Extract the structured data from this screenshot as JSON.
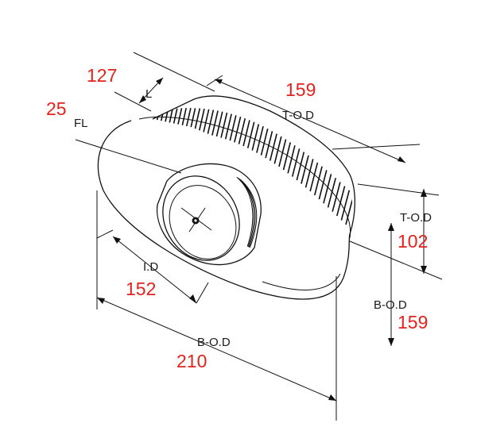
{
  "colors": {
    "value": "#e3231f",
    "line": "#111111",
    "label": "#1a1a1a"
  },
  "labels": {
    "l": "L",
    "fl": "FL",
    "tod_top": "T-O.D",
    "tod_side": "T-O.D",
    "id": "I.D",
    "bod_side": "B-O.D",
    "bod_bottom": "B-O.D"
  },
  "values": {
    "l": "127",
    "fl": "25",
    "tod_top": "159",
    "tod_side": "102",
    "id": "152",
    "bod_side": "159",
    "bod_bottom": "210"
  }
}
